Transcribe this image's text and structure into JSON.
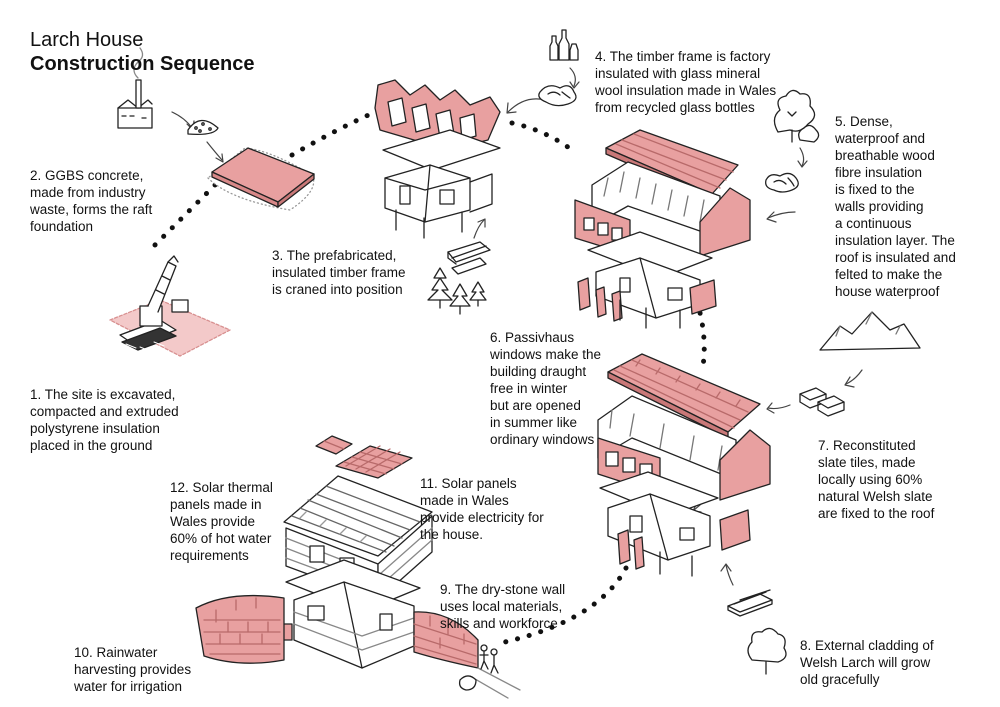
{
  "title": {
    "line1": "Larch House",
    "line2": "Construction Sequence"
  },
  "colors": {
    "accent": "#e8a0a0",
    "accent_dark": "#c97070",
    "ink": "#111111",
    "background": "#ffffff"
  },
  "steps": [
    {
      "num": "1.",
      "text": "The site is excavated,\ncompacted and extruded\npolystyrene insulation\nplaced in the ground"
    },
    {
      "num": "2.",
      "text": "GGBS concrete,\nmade from industry\nwaste, forms the raft\nfoundation"
    },
    {
      "num": "3.",
      "text": "The prefabricated,\ninsulated timber frame\nis craned into position"
    },
    {
      "num": "4.",
      "text": "The timber frame is factory\ninsulated with glass mineral\nwool insulation made in Wales\nfrom recycled glass bottles"
    },
    {
      "num": "5.",
      "text": "Dense,\nwaterproof and\nbreathable wood\nfibre insulation\nis fixed to the\nwalls providing\na continuous\ninsulation layer. The\nroof is insulated and\nfelted to make the\nhouse waterproof"
    },
    {
      "num": "6.",
      "text": "Passivhaus\nwindows make the\nbuilding draught\nfree in winter\nbut are opened\nin summer like\nordinary windows"
    },
    {
      "num": "7.",
      "text": "Reconstituted\nslate tiles, made\nlocally using 60%\nnatural Welsh slate\nare fixed to the roof"
    },
    {
      "num": "8.",
      "text": "External cladding of\nWelsh Larch will grow\nold gracefully"
    },
    {
      "num": "9.",
      "text": "The dry-stone wall\nuses local materials,\nskills and workforce"
    },
    {
      "num": "10.",
      "text": "Rainwater\nharvesting provides\nwater for irrigation"
    },
    {
      "num": "11.",
      "text": "Solar panels\nmade in Wales\nprovide electricity for\nthe house."
    },
    {
      "num": "12.",
      "text": "Solar thermal\npanels made in\nWales provide\n60% of hot water\nrequirements"
    }
  ]
}
